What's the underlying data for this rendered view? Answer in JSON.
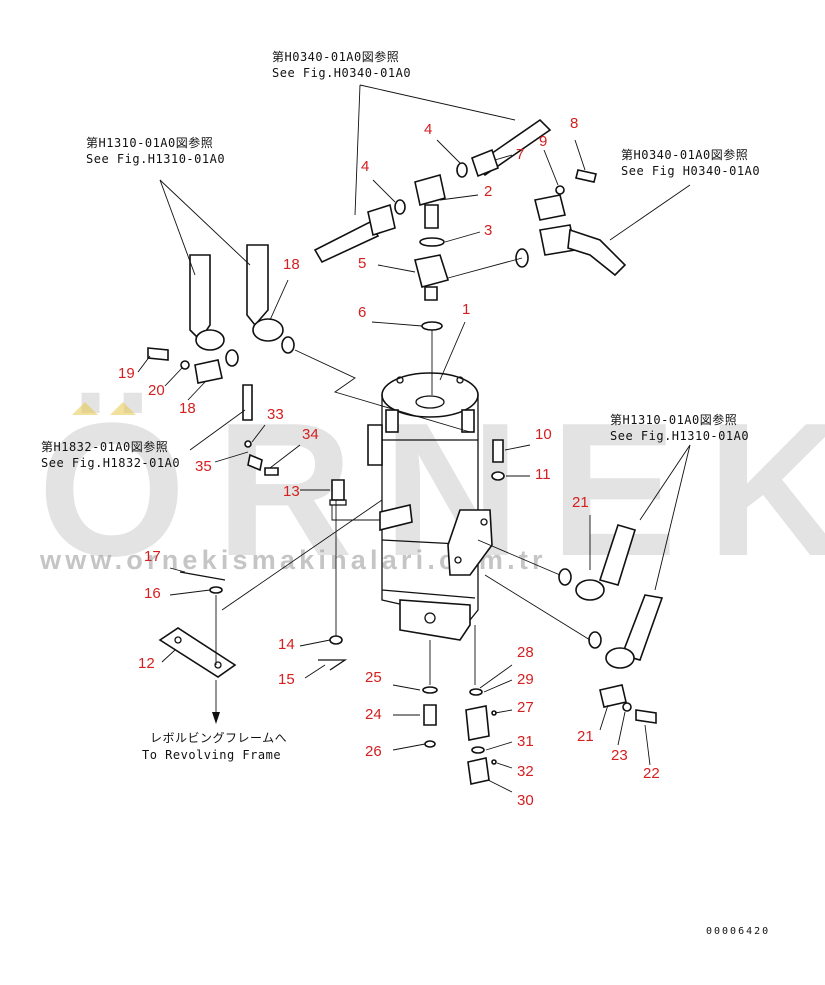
{
  "references": {
    "h0340_top": {
      "jp": "第H0340-01A0図参照",
      "en": "See Fig.H0340-01A0"
    },
    "h1310_left": {
      "jp": "第H1310-01A0図参照",
      "en": "See Fig.H1310-01A0"
    },
    "h0340_right": {
      "jp": "第H0340-01A0図参照",
      "en": "See Fig H0340-01A0"
    },
    "h1832": {
      "jp": "第H1832-01A0図参照",
      "en": "See Fig.H1832-01A0"
    },
    "h1310_right": {
      "jp": "第H1310-01A0図参照",
      "en": "See Fig.H1310-01A0"
    },
    "revolving": {
      "jp": "レボルビングフレームへ",
      "en": "To Revolving Frame"
    }
  },
  "callouts": {
    "n1": "1",
    "n2": "2",
    "n3": "3",
    "n4a": "4",
    "n4b": "4",
    "n5": "5",
    "n6": "6",
    "n7": "7",
    "n8": "8",
    "n9": "9",
    "n10": "10",
    "n11": "11",
    "n12": "12",
    "n13": "13",
    "n14": "14",
    "n15": "15",
    "n16": "16",
    "n17": "17",
    "n18a": "18",
    "n18b": "18",
    "n19": "19",
    "n20": "20",
    "n21a": "21",
    "n21b": "21",
    "n22": "22",
    "n23": "23",
    "n24": "24",
    "n25": "25",
    "n26": "26",
    "n27": "27",
    "n28": "28",
    "n29": "29",
    "n30": "30",
    "n31": "31",
    "n32": "32",
    "n33": "33",
    "n34": "34",
    "n35": "35"
  },
  "watermark": {
    "brand": "ÖRNEK",
    "url": "www.ornekismakinalari.com.tr"
  },
  "drawing_code": "00006420",
  "colors": {
    "callout": "#d42020",
    "line": "#111111",
    "watermark": "#aaaaaa",
    "watermark_accent": "#e8c84a"
  }
}
